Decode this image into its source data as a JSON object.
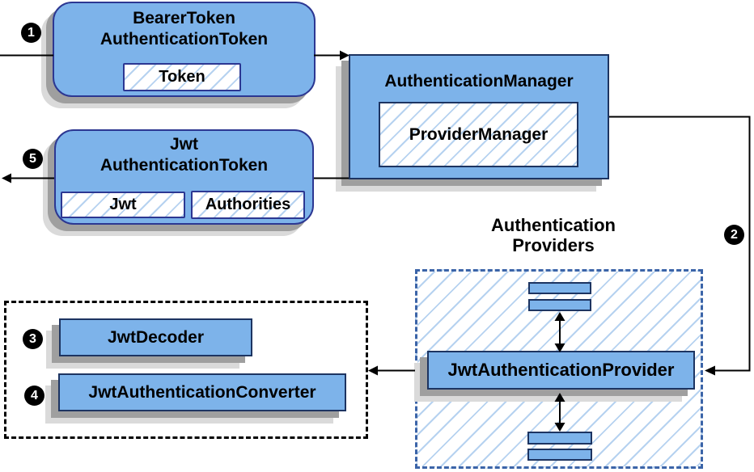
{
  "badges": {
    "b1": "1",
    "b2": "2",
    "b3": "3",
    "b4": "4",
    "b5": "5"
  },
  "bearer_token_box": {
    "line1": "BearerToken",
    "line2": "AuthenticationToken",
    "inner": "Token"
  },
  "authentication_manager_box": {
    "title": "AuthenticationManager",
    "inner": "ProviderManager"
  },
  "jwt_authentication_token_box": {
    "line1": "Jwt",
    "line2": "AuthenticationToken",
    "inner_jwt": "Jwt",
    "inner_authorities": "Authorities"
  },
  "authentication_providers": {
    "label_line1": "Authentication",
    "label_line2": "Providers",
    "provider": "JwtAuthenticationProvider"
  },
  "resolvers_box": {
    "decoder": "JwtDecoder",
    "converter": "JwtAuthenticationConverter"
  },
  "colors": {
    "box_fill": "#7db3ea",
    "rounded_border": "#2c3792",
    "rect_border": "#1d3461",
    "hatch": "#b6d2f0",
    "providers_dashed_border": "#3b64a8",
    "black_dashed_border": "#000000",
    "shadow_dark": "#9f9f9f",
    "shadow_light": "#dadada",
    "arrow": "#000000"
  }
}
